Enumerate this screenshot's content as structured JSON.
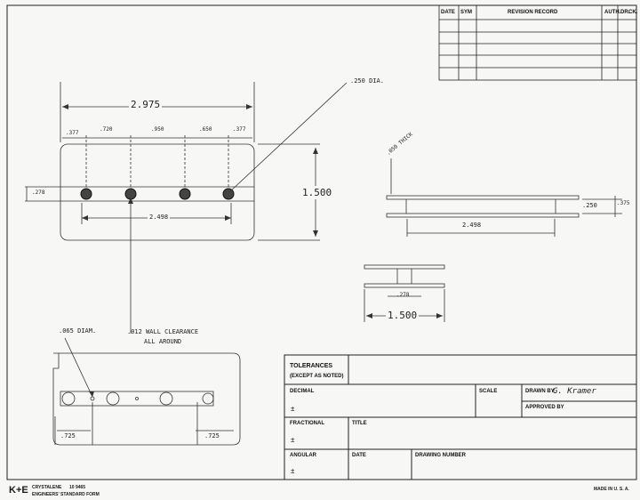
{
  "revision_block": {
    "headers": [
      "DATE",
      "SYM",
      "REVISION RECORD",
      "AUTH.",
      "DR.",
      "CK."
    ],
    "row_count": 5
  },
  "title_block": {
    "tolerances_label": "TOLERANCES",
    "except_label": "(EXCEPT AS NOTED)",
    "decimal_label": "DECIMAL",
    "fractional_label": "FRACTIONAL",
    "angular_label": "ANGULAR",
    "plus_minus": "±",
    "scale_label": "SCALE",
    "drawn_by_label": "DRAWN BY",
    "drawn_by_value": "G. Kramer",
    "approved_by_label": "APPROVED BY",
    "title_label": "TITLE",
    "date_label": "DATE",
    "drawing_number_label": "DRAWING NUMBER"
  },
  "footer": {
    "brand": "K+E",
    "paper": "CRYSTALENE",
    "catalog": "10 9465",
    "form": "ENGINEERS' STANDARD FORM",
    "made_in": "MADE IN U. S. A."
  },
  "annotations": {
    "overall_width": "2.975",
    "hole_dia": ".250 DIA.",
    "spacing": [
      ".377",
      ".720",
      ".950",
      ".650",
      ".377"
    ],
    "height": "1.500",
    "edge_offset": ".278",
    "hole_span": "2.498",
    "thickness": ".050 THICK",
    "side_gap": ".250",
    "side_total": ".375",
    "side_span": "2.498",
    "end_gap": ".278",
    "end_width": "1.500",
    "small_dia": ".065 DIAM.",
    "clearance": ".012 WALL CLEARANCE",
    "clearance2": "ALL AROUND",
    "inset_left": ".725",
    "inset_right": ".725"
  },
  "colors": {
    "paper": "#f7f7f5",
    "ink": "#1a1a1a"
  }
}
